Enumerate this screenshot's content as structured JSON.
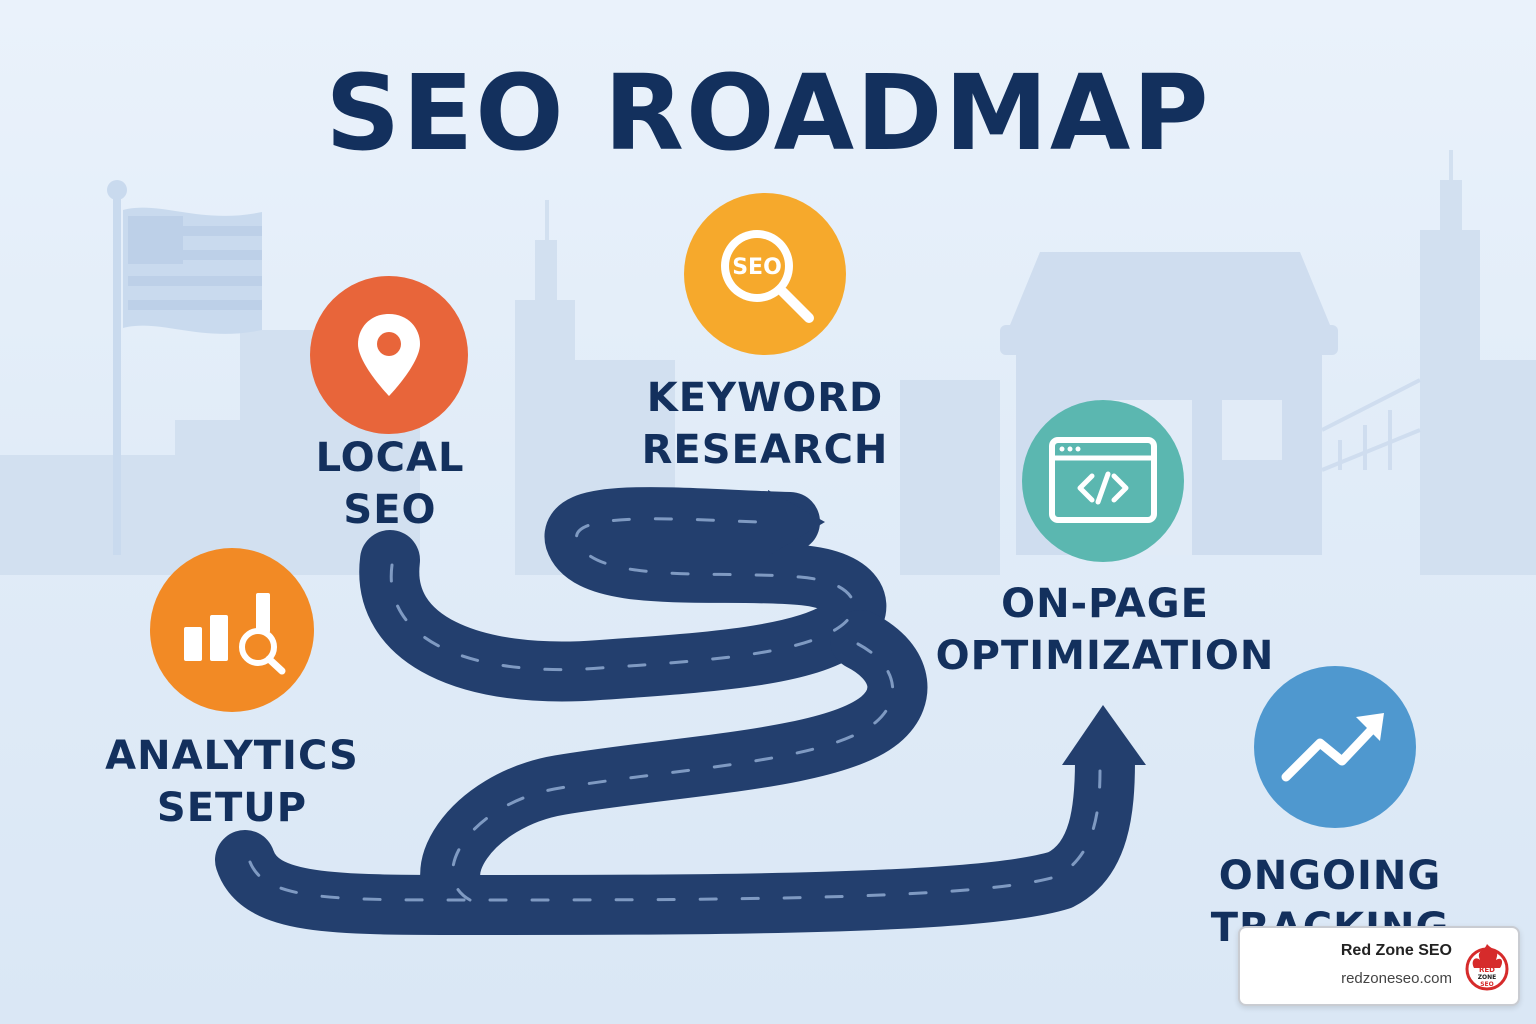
{
  "title": "SEO ROADMAP",
  "colors": {
    "navy": "#13305d",
    "road": "#233f6e",
    "skyline": "#cfdeef",
    "local_seo": "#e8653a",
    "keyword_research": "#f6a92c",
    "analytics_setup": "#f28a25",
    "on_page_optimization": "#5bb7b0",
    "ongoing_tracking": "#4f98cf"
  },
  "steps": [
    {
      "id": "analytics_setup",
      "icon": "analytics-chart-magnifier-icon",
      "lines": [
        "ANALYTICS",
        "SETUP"
      ]
    },
    {
      "id": "local_seo",
      "icon": "map-pin-icon",
      "lines": [
        "LOCAL",
        "SEO"
      ]
    },
    {
      "id": "keyword_research",
      "icon": "seo-magnifier-icon",
      "icon_text": "SEO",
      "lines": [
        "KEYWORD",
        "RESEARCH"
      ]
    },
    {
      "id": "on_page_optimization",
      "icon": "code-browser-icon",
      "lines": [
        "ON-PAGE",
        "OPTIMIZATION"
      ]
    },
    {
      "id": "ongoing_tracking",
      "icon": "trend-up-arrow-icon",
      "lines": [
        "ONGOING",
        "TRACKING"
      ]
    }
  ],
  "badge": {
    "name": "Red Zone SEO",
    "url": "redzoneseo.com",
    "logo_text": "RED ZONE SEO"
  }
}
